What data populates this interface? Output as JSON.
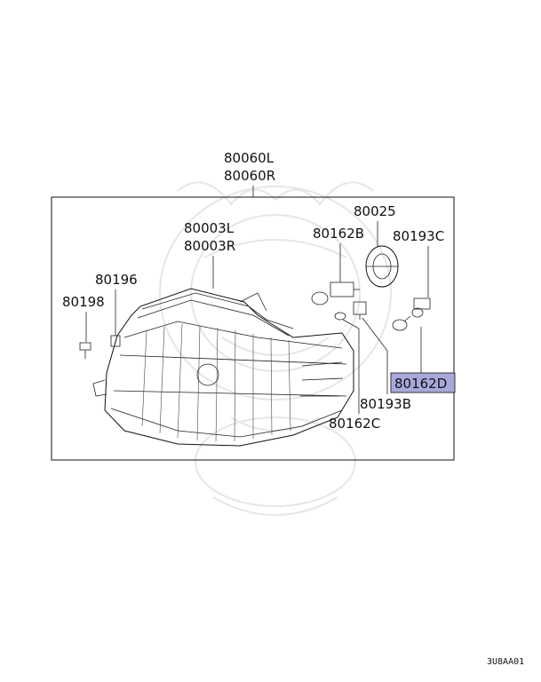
{
  "diagram": {
    "assembly_labels": [
      "80060L",
      "80060R"
    ],
    "parts": {
      "p80003": [
        "80003L",
        "80003R"
      ],
      "p80196": "80196",
      "p80198": "80198",
      "p80025": "80025",
      "p80162B": "80162B",
      "p80193C": "80193C",
      "p80162D": "80162D",
      "p80193B": "80193B",
      "p80162C": "80162C"
    },
    "highlighted_part": "80162D",
    "highlight_color": "#a8a8dc",
    "figure_code": "3U8AA01"
  }
}
